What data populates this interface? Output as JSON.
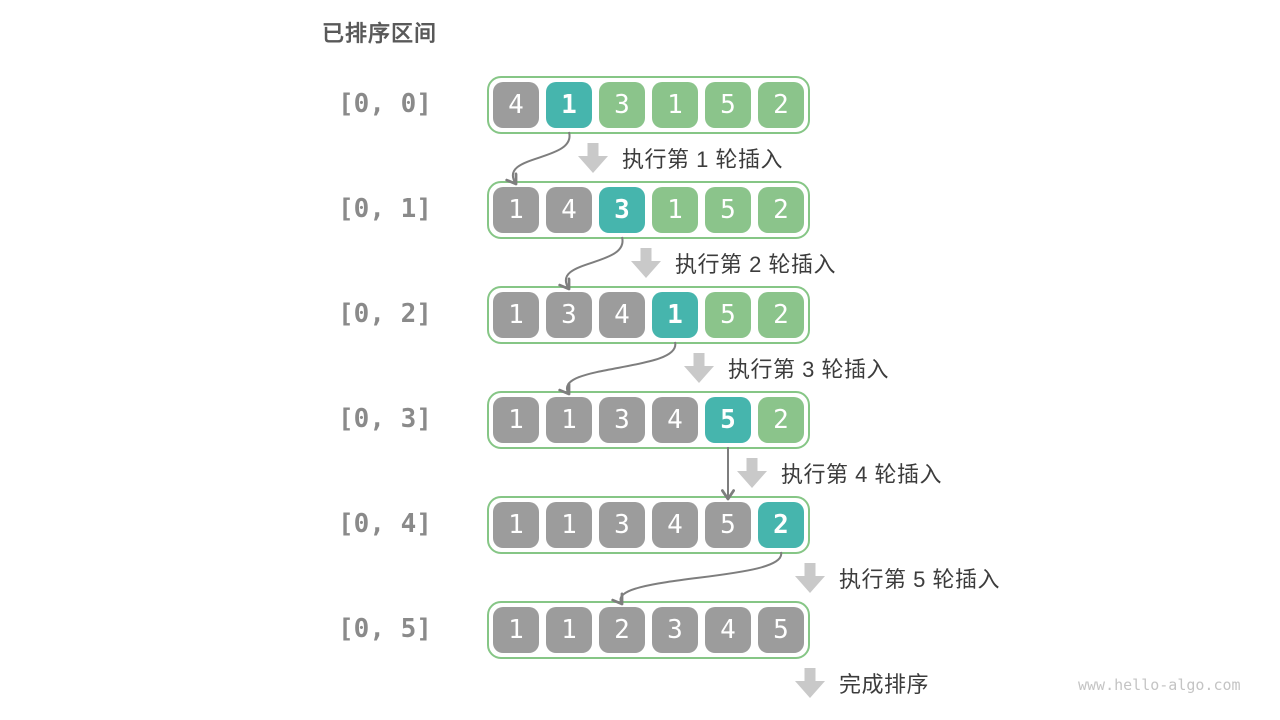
{
  "title": "已排序区间",
  "watermark": "www.hello-algo.com",
  "final_label": "完成排序",
  "colors": {
    "sorted": "#9C9C9C",
    "current": "#46B5AD",
    "unsorted": "#8BC48B",
    "container_border": "#86C686",
    "label_text": "#8A8A8A",
    "title_text": "#595959",
    "annotation_text": "#3C3C3C",
    "block_arrow": "#C9C9C9",
    "connector": "#7E7E7E",
    "watermark_text": "#C4C4C4"
  },
  "rows": [
    {
      "range_label": "[0, 0]",
      "cells": [
        {
          "value": "4",
          "state": "sorted"
        },
        {
          "value": "1",
          "state": "current"
        },
        {
          "value": "3",
          "state": "unsorted"
        },
        {
          "value": "1",
          "state": "unsorted"
        },
        {
          "value": "5",
          "state": "unsorted"
        },
        {
          "value": "2",
          "state": "unsorted"
        }
      ]
    },
    {
      "range_label": "[0, 1]",
      "cells": [
        {
          "value": "1",
          "state": "sorted"
        },
        {
          "value": "4",
          "state": "sorted"
        },
        {
          "value": "3",
          "state": "current"
        },
        {
          "value": "1",
          "state": "unsorted"
        },
        {
          "value": "5",
          "state": "unsorted"
        },
        {
          "value": "2",
          "state": "unsorted"
        }
      ]
    },
    {
      "range_label": "[0, 2]",
      "cells": [
        {
          "value": "1",
          "state": "sorted"
        },
        {
          "value": "3",
          "state": "sorted"
        },
        {
          "value": "4",
          "state": "sorted"
        },
        {
          "value": "1",
          "state": "current"
        },
        {
          "value": "5",
          "state": "unsorted"
        },
        {
          "value": "2",
          "state": "unsorted"
        }
      ]
    },
    {
      "range_label": "[0, 3]",
      "cells": [
        {
          "value": "1",
          "state": "sorted"
        },
        {
          "value": "1",
          "state": "sorted"
        },
        {
          "value": "3",
          "state": "sorted"
        },
        {
          "value": "4",
          "state": "sorted"
        },
        {
          "value": "5",
          "state": "current"
        },
        {
          "value": "2",
          "state": "unsorted"
        }
      ]
    },
    {
      "range_label": "[0, 4]",
      "cells": [
        {
          "value": "1",
          "state": "sorted"
        },
        {
          "value": "1",
          "state": "sorted"
        },
        {
          "value": "3",
          "state": "sorted"
        },
        {
          "value": "4",
          "state": "sorted"
        },
        {
          "value": "5",
          "state": "sorted"
        },
        {
          "value": "2",
          "state": "current"
        }
      ]
    },
    {
      "range_label": "[0, 5]",
      "cells": [
        {
          "value": "1",
          "state": "sorted"
        },
        {
          "value": "1",
          "state": "sorted"
        },
        {
          "value": "2",
          "state": "sorted"
        },
        {
          "value": "3",
          "state": "sorted"
        },
        {
          "value": "4",
          "state": "sorted"
        },
        {
          "value": "5",
          "state": "sorted"
        }
      ]
    }
  ],
  "steps": [
    {
      "label": "执行第 1 轮插入",
      "from_row": 0,
      "from_index": 1,
      "to_row": 1,
      "to_index": 0
    },
    {
      "label": "执行第 2 轮插入",
      "from_row": 1,
      "from_index": 2,
      "to_row": 2,
      "to_index": 1
    },
    {
      "label": "执行第 3 轮插入",
      "from_row": 2,
      "from_index": 3,
      "to_row": 3,
      "to_index": 1
    },
    {
      "label": "执行第 4 轮插入",
      "from_row": 3,
      "from_index": 4,
      "to_row": 4,
      "to_index": 4
    },
    {
      "label": "执行第 5 轮插入",
      "from_row": 4,
      "from_index": 5,
      "to_row": 5,
      "to_index": 2
    }
  ]
}
